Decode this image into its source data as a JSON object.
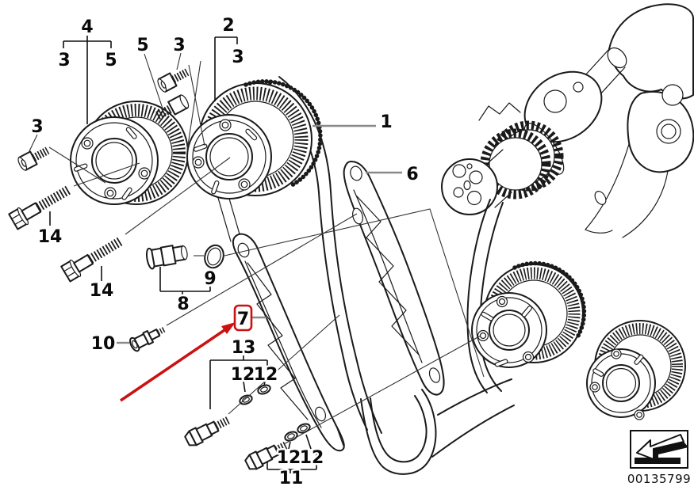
{
  "colors": {
    "ink": "#1a1a1a",
    "accent": "#cc1111",
    "leader": "#8a8a8a",
    "paper": "#ffffff"
  },
  "labels": {
    "group4": "4",
    "g4_left": "3",
    "g4_right": "5",
    "bolt5": "5",
    "bolt3_top": "3",
    "group2": "2",
    "g2_bolt": "3",
    "bolt3_left": "3",
    "chain": "1",
    "rail_right": "6",
    "rail_left": "7",
    "bolt14_a": "14",
    "bolt14_b": "14",
    "plug": "8",
    "oring": "9",
    "bolt10": "10",
    "stud_upper": "13",
    "washer_a": "12",
    "washer_b": "12",
    "washer_c": "12",
    "washer_d": "12",
    "stud_lower": "11"
  },
  "plate": {
    "part_number": "00135799"
  }
}
